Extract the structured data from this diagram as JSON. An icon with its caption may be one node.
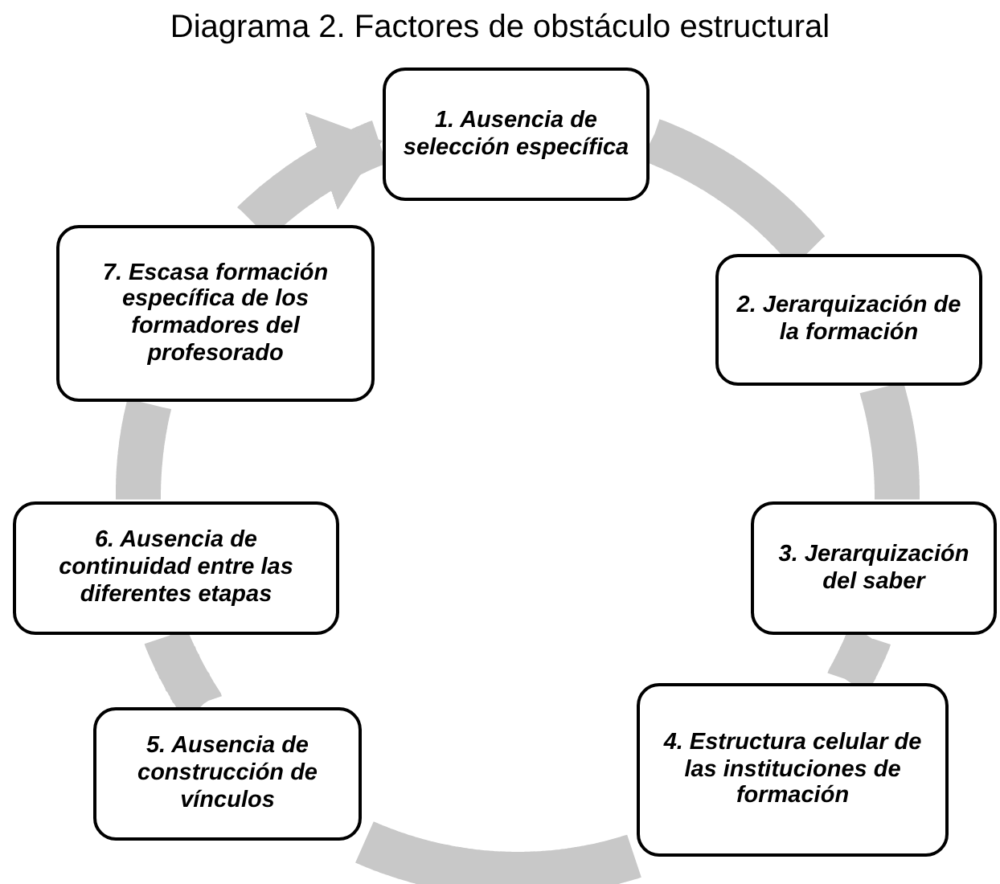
{
  "diagram": {
    "title": "Diagrama 2. Factores de obstáculo estructural",
    "nodes": [
      {
        "text": [
          "1. Ausencia de selección específica"
        ]
      },
      {
        "text": [
          "2. Jerarquización de la formación"
        ]
      },
      {
        "text": [
          "3. Jerarquización del saber"
        ]
      },
      {
        "text": [
          "4. Estructura celular de las instituciones de formación"
        ]
      },
      {
        "text": [
          "5. Ausencia de construcción de vínculos"
        ]
      },
      {
        "text": [
          "6. Ausencia de continuidad entre las diferentes etapas"
        ]
      },
      {
        "text": [
          "7. Escasa formación específica de los formadores del profesorado"
        ]
      }
    ],
    "edges": [
      {
        "from": 0,
        "to": 1,
        "arrow": "none"
      },
      {
        "from": 1,
        "to": 2,
        "arrow": "none"
      },
      {
        "from": 2,
        "to": 3,
        "arrow": "none"
      },
      {
        "from": 3,
        "to": 4,
        "arrow": "none"
      },
      {
        "from": 4,
        "to": 5,
        "arrow": "none"
      },
      {
        "from": 5,
        "to": 6,
        "arrow": "none"
      },
      {
        "from": 6,
        "to": 0,
        "arrow": "to"
      }
    ]
  }
}
